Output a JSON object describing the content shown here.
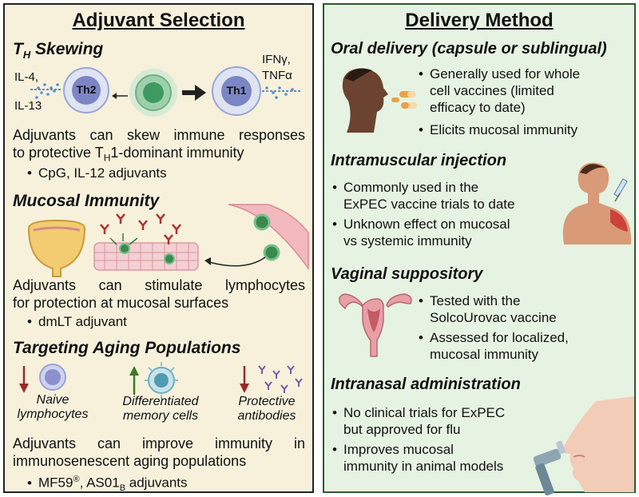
{
  "left": {
    "title": "Adjuvant Selection",
    "th_skewing": {
      "heading_main": "T",
      "heading_sub": "H",
      "heading_rest": " Skewing",
      "il4": "IL-4,",
      "il13": "IL-13",
      "ifn": "IFNγ,",
      "tnf": "TNFα",
      "th2": "Th2",
      "th1": "Th1",
      "line1": "Adjuvants can skew immune responses",
      "line2_a": "to protective T",
      "line2_sub": "H",
      "line2_b": "1-dominant immunity",
      "bullet": "CpG, IL-12 adjuvants"
    },
    "mucosal": {
      "heading": "Mucosal Immunity",
      "line1": "Adjuvants can stimulate lymphocytes",
      "line2": "for protection at mucosal surfaces",
      "bullet": "dmLT adjuvant"
    },
    "aging": {
      "heading": "Targeting Aging Populations",
      "naive1": "Naive",
      "naive2": "lymphocytes",
      "diff1": "Differentiated",
      "diff2": "memory cells",
      "prot1": "Protective",
      "prot2": "antibodies",
      "line1": "Adjuvants can improve immunity in",
      "line2": "immunosenescent aging populations",
      "bullet_a": "MF59",
      "bullet_sup": "®",
      "bullet_b": ", AS01",
      "bullet_sub": "B",
      "bullet_c": " adjuvants"
    }
  },
  "right": {
    "title": "Delivery Method",
    "oral": {
      "heading": "Oral delivery (capsule or sublingual)",
      "b1_l1": "Generally used for whole",
      "b1_l2": "cell vaccines (limited",
      "b1_l3": "efficacy to date)",
      "b2": "Elicits mucosal immunity"
    },
    "im": {
      "heading": "Intramuscular injection",
      "b1_l1": "Commonly used in the",
      "b1_l2": "ExPEC vaccine trials to date",
      "b2_l1": "Unknown effect on mucosal",
      "b2_l2": "vs systemic immunity"
    },
    "vaginal": {
      "heading": "Vaginal suppository",
      "b1_l1": "Tested with the",
      "b1_l2": "SolcoUrovac vaccine",
      "b2_l1": "Assessed for localized,",
      "b2_l2": "mucosal immunity"
    },
    "nasal": {
      "heading": "Intranasal administration",
      "b1_l1": "No clinical trials for  ExPEC",
      "b1_l2": "but approved for flu",
      "b2_l1": "Improves mucosal",
      "b2_l2": "immunity in animal models"
    }
  }
}
